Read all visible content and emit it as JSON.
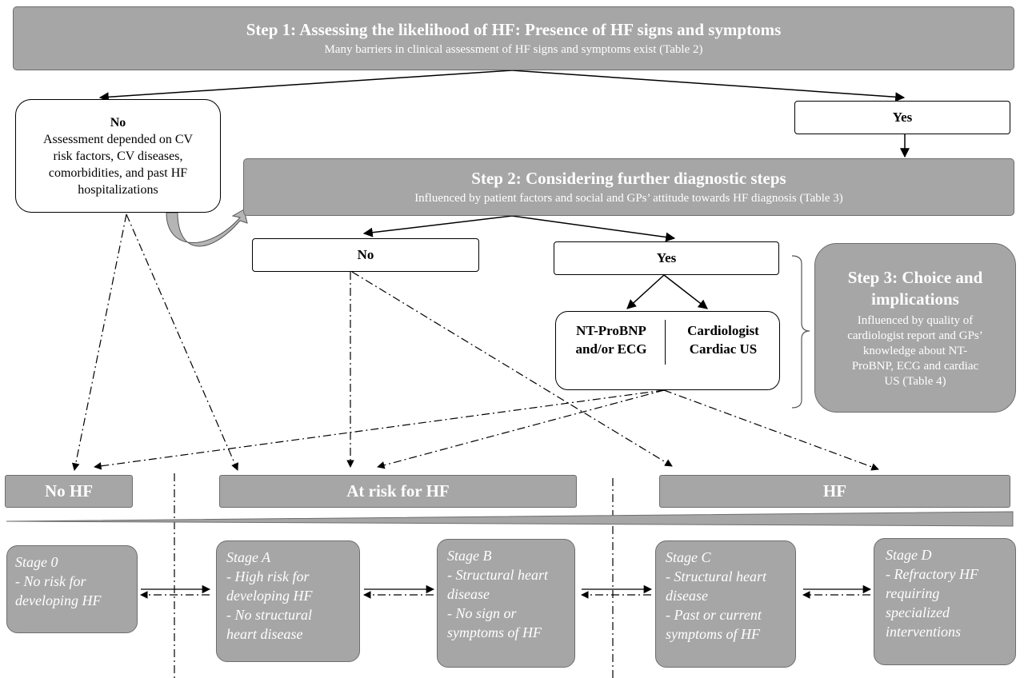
{
  "step1": {
    "title": "Step 1: Assessing the likelihood of HF: Presence of HF signs and symptoms",
    "subtitle": "Many barriers in clinical assessment of HF signs and symptoms exist (Table 2)"
  },
  "no1": {
    "title": "No",
    "lines": [
      "Assessment depended on CV",
      "risk factors, CV diseases,",
      "comorbidities, and past HF",
      "hospitalizations"
    ]
  },
  "yes1": {
    "label": "Yes"
  },
  "step2": {
    "title": "Step 2: Considering further diagnostic steps",
    "subtitle": "Influenced by patient factors and social and GPs’ attitude towards HF diagnosis (Table 3)"
  },
  "no2": {
    "label": "No"
  },
  "yes2": {
    "label": "Yes"
  },
  "tests": {
    "left": [
      "NT-ProBNP",
      "and/or ECG"
    ],
    "right": [
      "Cardiologist",
      "Cardiac US"
    ]
  },
  "step3": {
    "title_lines": [
      "Step 3: Choice and",
      "implications"
    ],
    "body_lines": [
      "Influenced by quality of",
      "cardiologist report and GPs’",
      "knowledge about NT-",
      "ProBNP, ECG and cardiac",
      "US (Table 4)"
    ]
  },
  "outcomes": {
    "no_hf": "No HF",
    "at_risk": "At risk for HF",
    "hf": "HF"
  },
  "stages": [
    {
      "name": "Stage 0",
      "lines": [
        "- No risk for",
        "developing HF"
      ]
    },
    {
      "name": "Stage A",
      "lines": [
        "- High risk for",
        "developing HF",
        "- No structural",
        "heart disease"
      ]
    },
    {
      "name": "Stage B",
      "lines": [
        "- Structural heart",
        "disease",
        "- No sign or",
        "symptoms of HF"
      ]
    },
    {
      "name": "Stage C",
      "lines": [
        "- Structural heart",
        "disease",
        "- Past or current",
        "symptoms of HF"
      ]
    },
    {
      "name": "Stage D",
      "lines": [
        "- Refractory HF",
        "requiring",
        "specialized",
        "interventions"
      ]
    }
  ],
  "colors": {
    "box_fill": "#a6a6a6",
    "box_border": "#6d6d6d",
    "line": "#000000"
  }
}
